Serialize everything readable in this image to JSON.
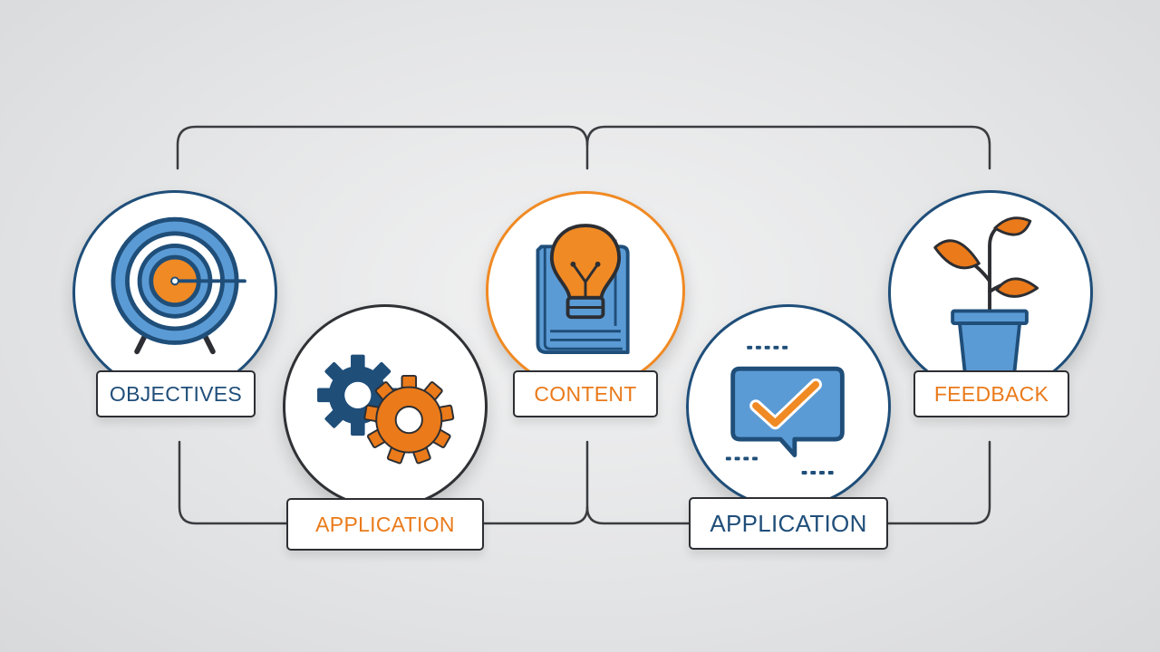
{
  "colors": {
    "navy": "#1f4e79",
    "orange": "#f08a24",
    "light_blue": "#5b9bd5",
    "line": "#3a3c40",
    "background": "#e4e5e6"
  },
  "nodes": [
    {
      "label": "OBJECTIVES",
      "icon": "target-icon",
      "accent": "navy"
    },
    {
      "label": "APPLICATION",
      "icon": "gears-icon",
      "accent": "orange"
    },
    {
      "label": "CONTENT",
      "icon": "lightbulb-book-icon",
      "accent": "orange"
    },
    {
      "label": "APPLICATION",
      "icon": "chat-checkmark-icon",
      "accent": "navy"
    },
    {
      "label": "FEEDBACK",
      "icon": "plant-icon",
      "accent": "orange"
    }
  ]
}
